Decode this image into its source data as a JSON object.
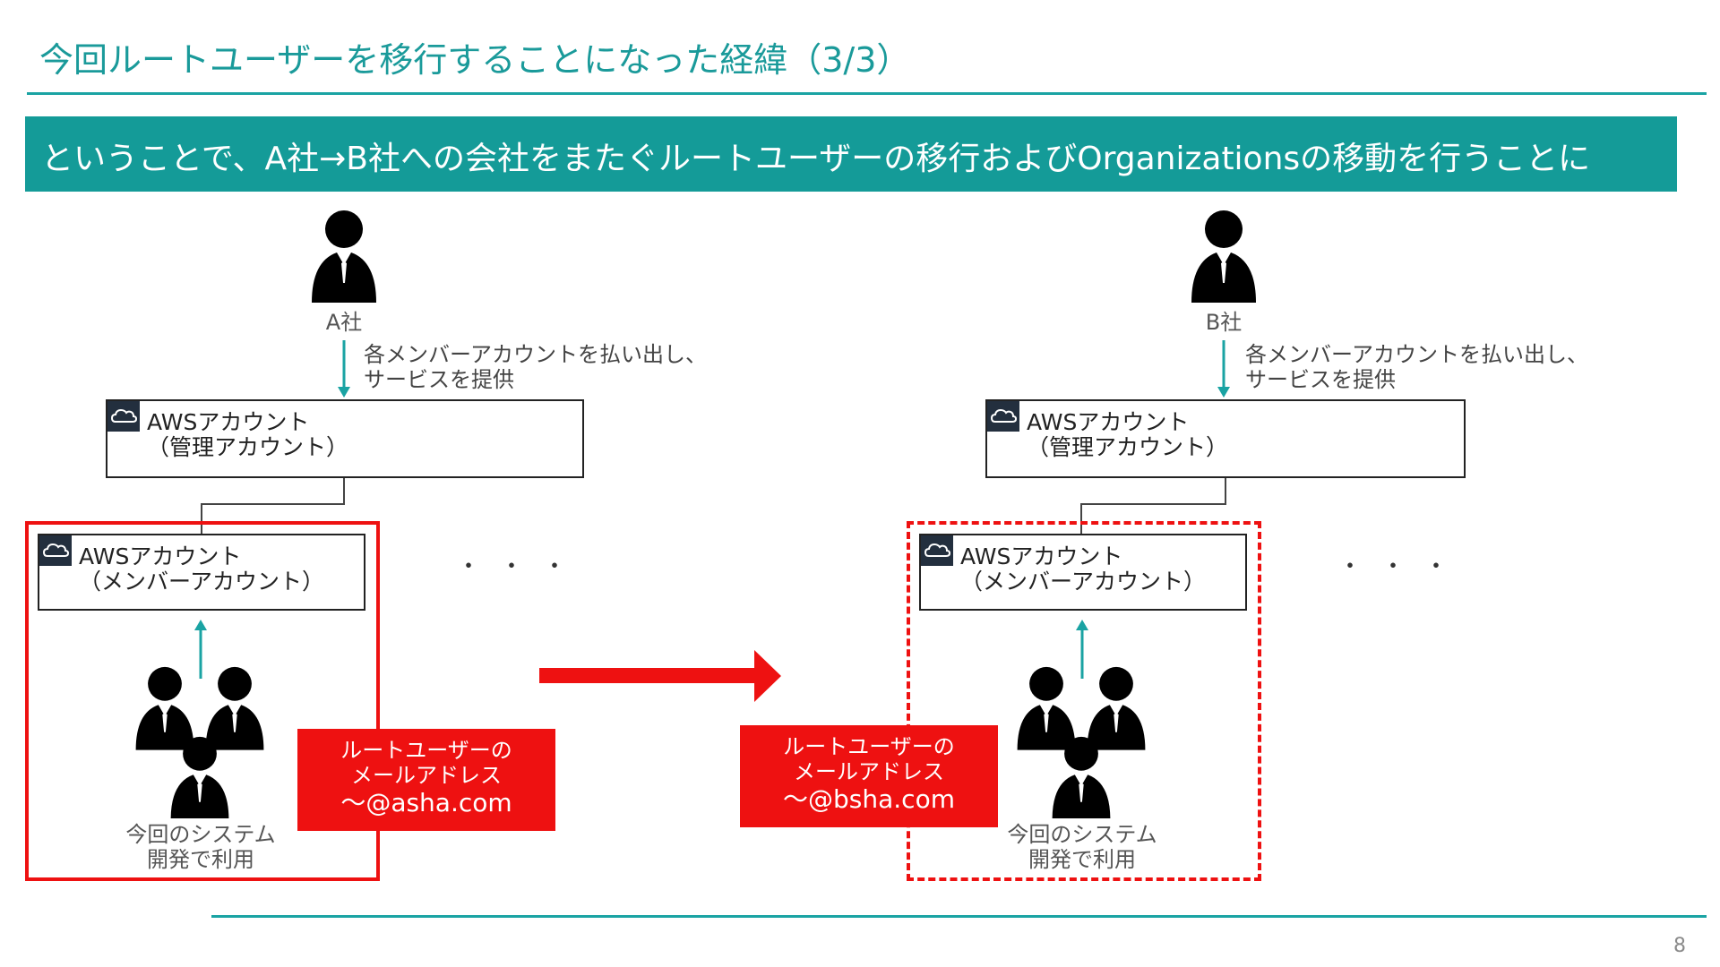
{
  "slide": {
    "title": "今回ルートユーザーを移行することになった経緯（3/3）",
    "banner": "ということで、A社→B社への会社をまたぐルートユーザーの移行およびOrganizationsの移動を行うことに",
    "page_number": "8"
  },
  "left": {
    "company_label": "A社",
    "provision_desc_line1": "各メンバーアカウントを払い出し、",
    "provision_desc_line2": "サービスを提供",
    "mgmt_account_line1": "AWSアカウント",
    "mgmt_account_line2": "（管理アカウント）",
    "member_account_line1": "AWSアカウント",
    "member_account_line2": "（メンバーアカウント）",
    "users_label_line1": "今回のシステム",
    "users_label_line2": "開発で利用",
    "email_line1": "ルートユーザーの",
    "email_line2": "メールアドレス",
    "email_line3": "～@asha.com",
    "ellipsis": "・・・"
  },
  "right": {
    "company_label": "B社",
    "provision_desc_line1": "各メンバーアカウントを払い出し、",
    "provision_desc_line2": "サービスを提供",
    "mgmt_account_line1": "AWSアカウント",
    "mgmt_account_line2": "（管理アカウント）",
    "member_account_line1": "AWSアカウント",
    "member_account_line2": "（メンバーアカウント）",
    "users_label_line1": "今回のシステム",
    "users_label_line2": "開発で利用",
    "email_line1": "ルートユーザーの",
    "email_line2": "メールアドレス",
    "email_line3": "～@bsha.com",
    "ellipsis": "・・・"
  },
  "colors": {
    "accent_teal": "#149b98",
    "highlight_red": "#ee1111",
    "aws_icon_bg": "#232f3e"
  },
  "icons": [
    "person-icon",
    "user-group-icon",
    "cloud-icon",
    "arrow-right-icon"
  ]
}
